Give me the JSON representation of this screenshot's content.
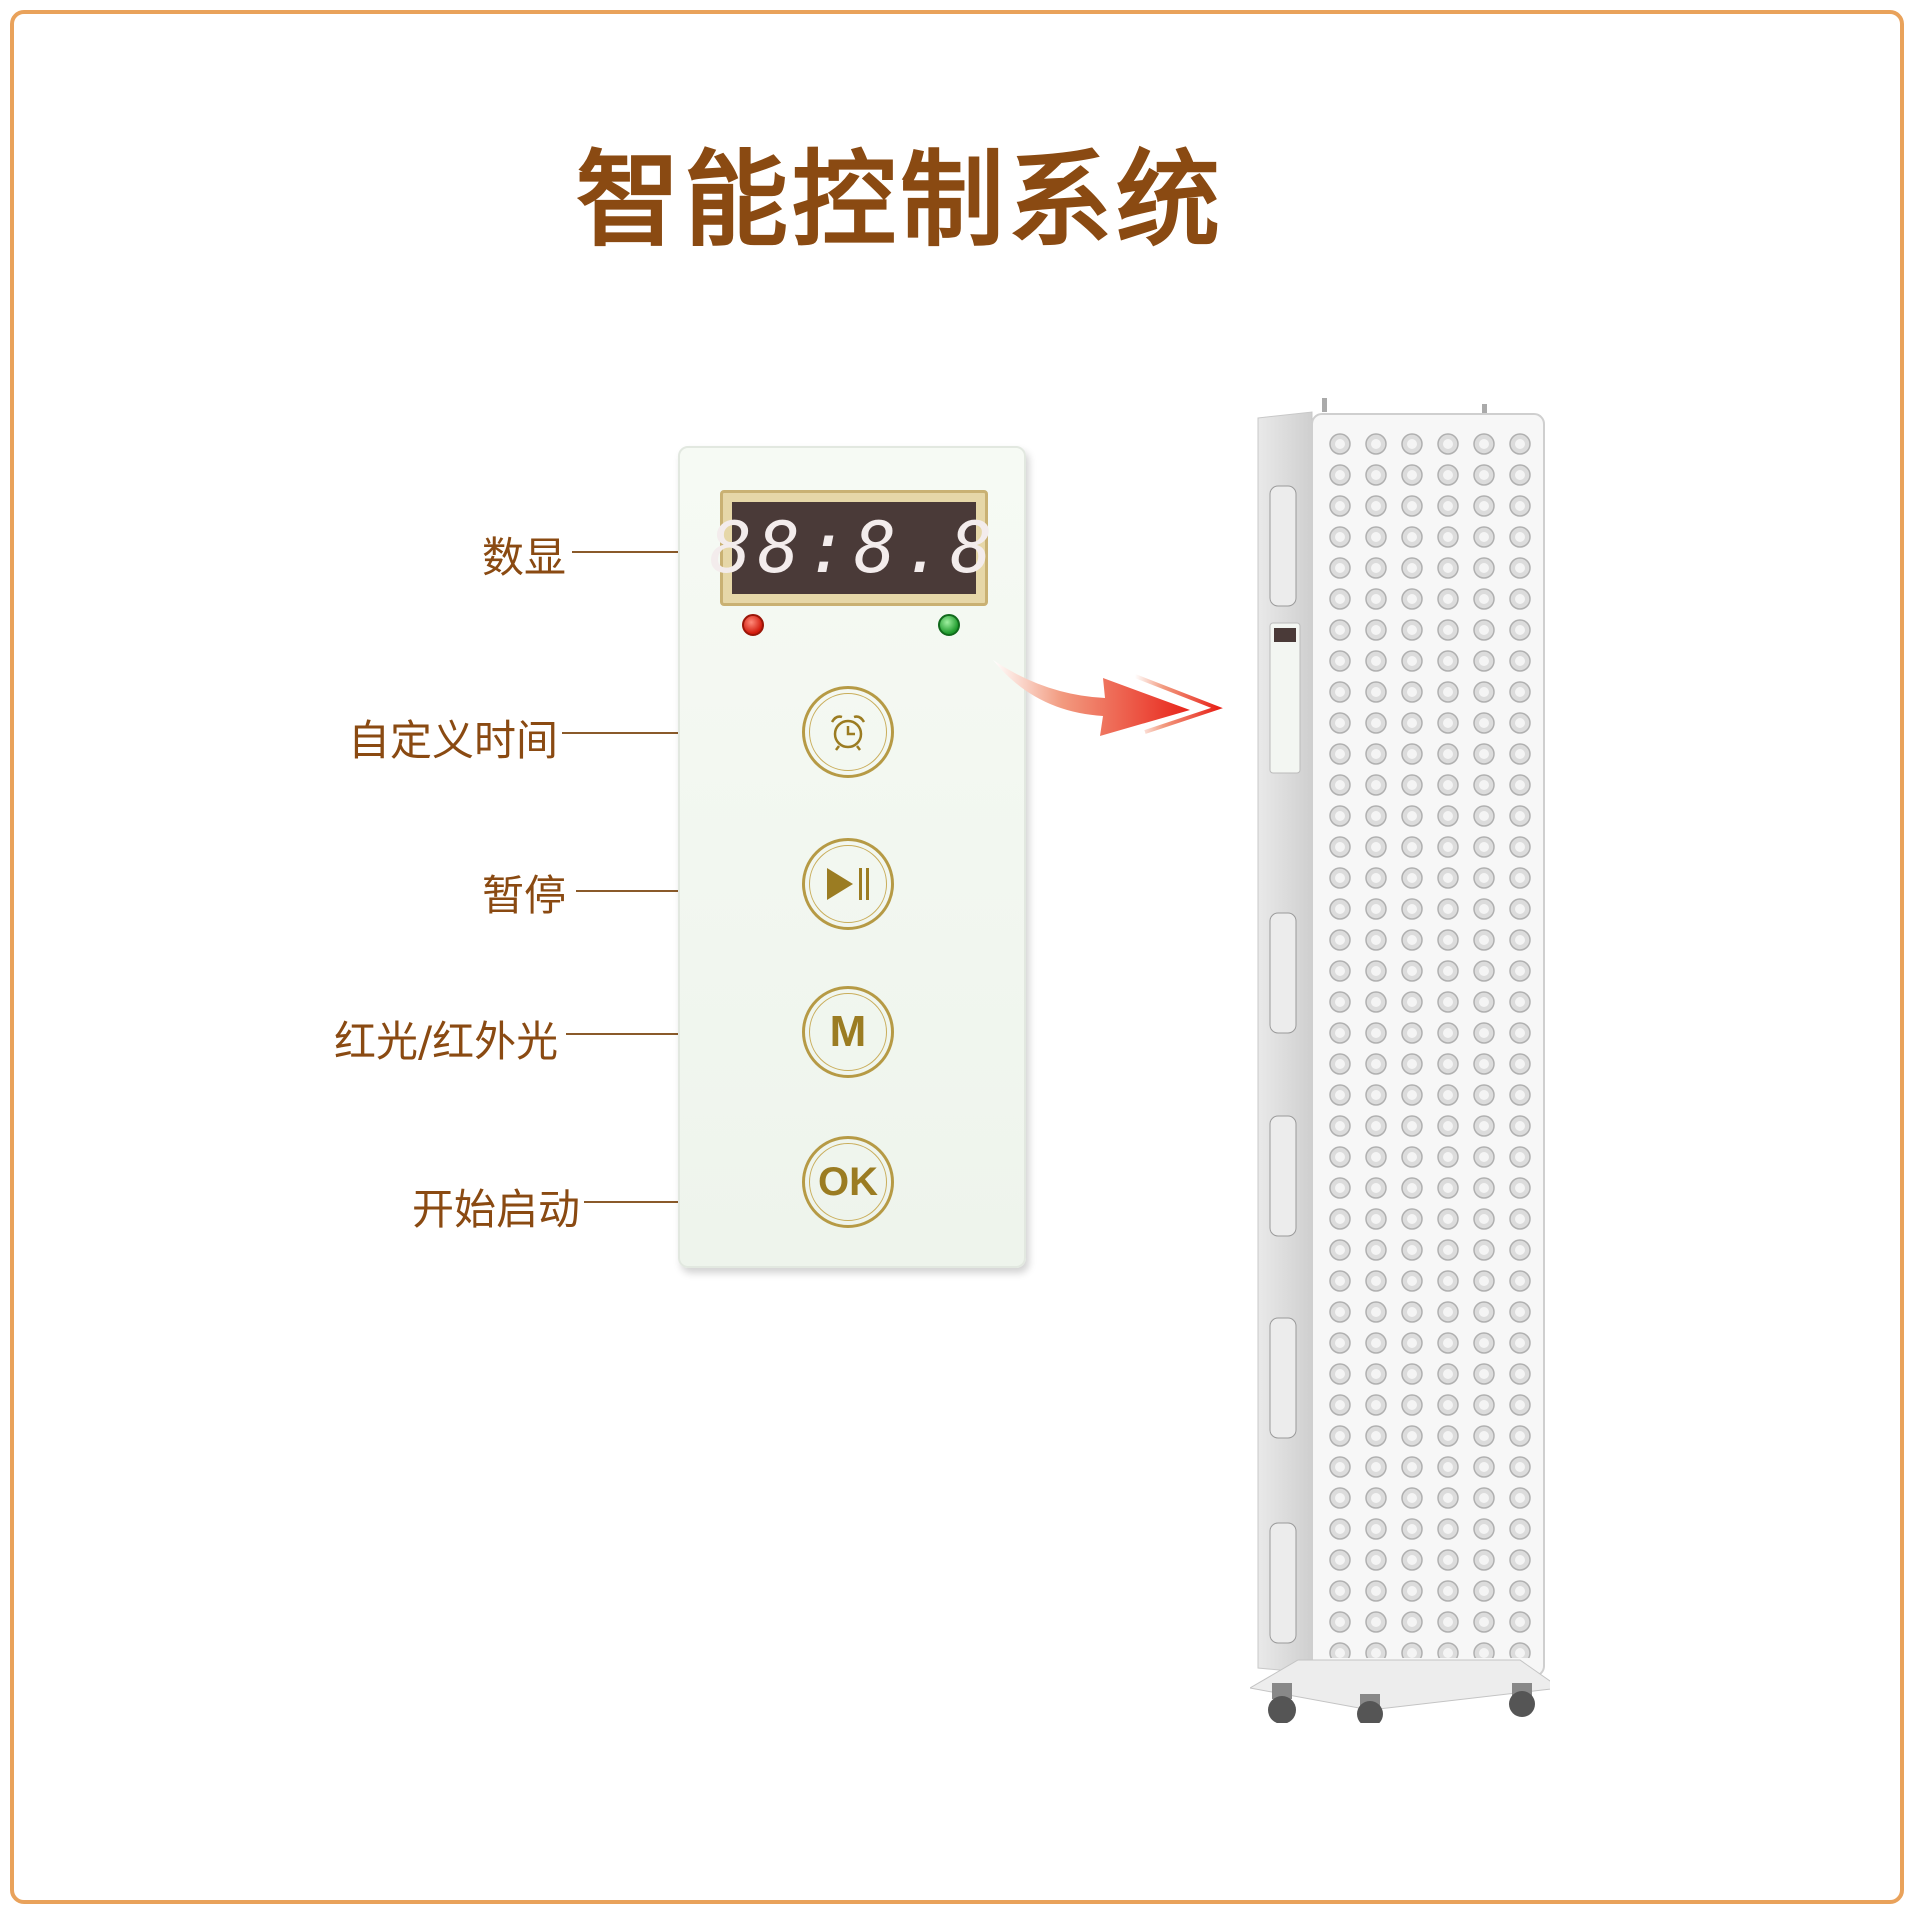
{
  "title": "智能控制系统",
  "display": {
    "digits": "88:8.8"
  },
  "labels": {
    "display": "数显",
    "custom_time": "自定义时间",
    "pause": "暂停",
    "mode": "红光/红外光",
    "start": "开始启动"
  },
  "buttons": {
    "mode": "M",
    "start": "OK"
  },
  "colors": {
    "border": "#e9a25b",
    "title": "#8a4a12",
    "gold": "#b69a45",
    "arrow": "#e8241a"
  },
  "icons": [
    "alarm-clock-icon",
    "play-pause-icon"
  ]
}
